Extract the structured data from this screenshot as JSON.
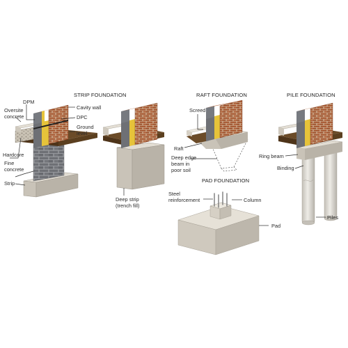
{
  "titles": {
    "strip": "STRIP FOUNDATION",
    "raft": "RAFT FOUNDATION",
    "pile": "PILE FOUNDATION",
    "pad": "PAD FOUNDATION"
  },
  "labels": {
    "dpm": "DPM",
    "oversite_1": "Oversite",
    "oversite_2": "concrete",
    "cavity_wall": "Cavity wall",
    "dpc": "DPC",
    "ground_1": "Ground",
    "ground_2": "level",
    "hardcore": "Hardcore",
    "fine_1": "Fine",
    "fine_2": "concrete",
    "strip": "Strip",
    "deep_strip_1": "Deep strip",
    "deep_strip_2": "(trench fill)",
    "screed": "Screed",
    "raft": "Raft",
    "deep_edge_1": "Deep edge",
    "deep_edge_2": "beam in",
    "deep_edge_3": "poor soil",
    "ring_beam": "Ring beam",
    "binding": "Binding",
    "piles": "Piles",
    "steel_1": "Steel",
    "steel_2": "reinforcement",
    "column": "Column",
    "pad": "Pad"
  },
  "colors": {
    "background": "#ffffff",
    "brick": "#a4532c",
    "mortar": "#d8c7ad",
    "insulation": "#e6c33a",
    "concrete": "#cdc7bb",
    "soil": "#5b3f1f",
    "blockwork": "#6e7075",
    "pile": "#d9d6cf"
  }
}
